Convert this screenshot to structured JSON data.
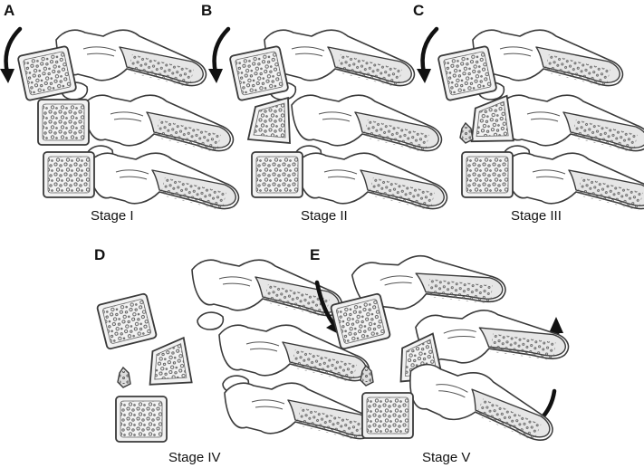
{
  "panels": [
    {
      "letter": "A",
      "stage": "Stage I"
    },
    {
      "letter": "B",
      "stage": "Stage II"
    },
    {
      "letter": "C",
      "stage": "Stage III"
    },
    {
      "letter": "D",
      "stage": "Stage IV"
    },
    {
      "letter": "E",
      "stage": "Stage V"
    }
  ]
}
